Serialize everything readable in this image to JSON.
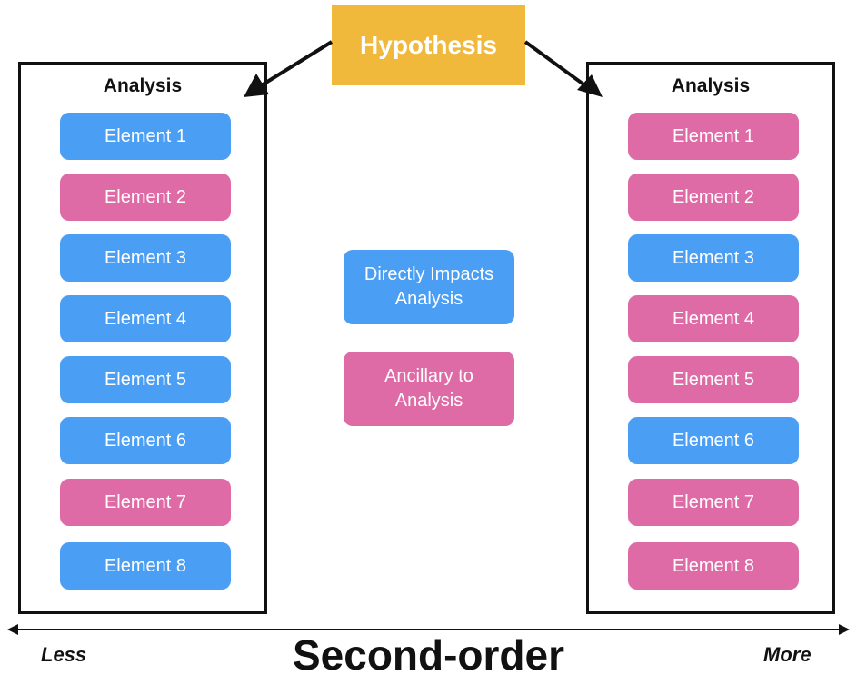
{
  "hypothesis": "Hypothesis",
  "colors": {
    "direct": "#4a9ff5",
    "ancillary": "#de6aa6",
    "hypothesis": "#f0b93b"
  },
  "left_panel": {
    "title": "Analysis",
    "elements": [
      {
        "label": "Element 1",
        "kind": "direct"
      },
      {
        "label": "Element 2",
        "kind": "ancillary"
      },
      {
        "label": "Element 3",
        "kind": "direct"
      },
      {
        "label": "Element 4",
        "kind": "direct"
      },
      {
        "label": "Element 5",
        "kind": "direct"
      },
      {
        "label": "Element 6",
        "kind": "direct"
      },
      {
        "label": "Element 7",
        "kind": "ancillary"
      },
      {
        "label": "Element 8",
        "kind": "direct"
      }
    ]
  },
  "right_panel": {
    "title": "Analysis",
    "elements": [
      {
        "label": "Element 1",
        "kind": "ancillary"
      },
      {
        "label": "Element 2",
        "kind": "ancillary"
      },
      {
        "label": "Element 3",
        "kind": "direct"
      },
      {
        "label": "Element 4",
        "kind": "ancillary"
      },
      {
        "label": "Element 5",
        "kind": "ancillary"
      },
      {
        "label": "Element 6",
        "kind": "direct"
      },
      {
        "label": "Element 7",
        "kind": "ancillary"
      },
      {
        "label": "Element 8",
        "kind": "ancillary"
      }
    ]
  },
  "legend": {
    "direct": [
      "Directly Impacts",
      "Analysis"
    ],
    "ancillary": [
      "Ancillary to",
      "Analysis"
    ]
  },
  "axis": {
    "less": "Less",
    "title": "Second-order",
    "more": "More"
  }
}
